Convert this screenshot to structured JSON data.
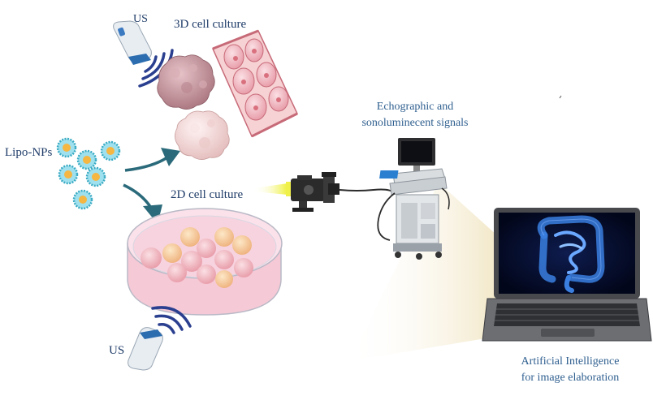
{
  "labels": {
    "us_top": "US",
    "culture_3d": "3D cell culture",
    "lipo_nps": "Lipo-NPs",
    "culture_2d": "2D cell culture",
    "us_bottom": "US",
    "echo_line1": "Echographic and",
    "echo_line2": "sonoluminecent signals",
    "ai_line1": "Artificial Intelligence",
    "ai_line2": "for image elaboration"
  },
  "colors": {
    "label_navy": "#1f3c68",
    "arrow_teal": "#2a6a7a",
    "us_wave": "#2a3f8f",
    "dish_pink": "#f6c9d6",
    "spheroid_mauve": "#c99aa3",
    "spheroid_light": "#f1d6d6",
    "tissue_pink": "#f2a9b0",
    "nanoparticle_teal": "#3aaac3",
    "nanoparticle_core": "#f5b642",
    "screen_dark": "#060d2a",
    "intestine_blue": "#3a7fe0",
    "beam_cream": "#efe2bd",
    "camera_light": "#f0f04a"
  },
  "icons": [
    "ultrasound-probe-icon",
    "spheroid-icon",
    "tissue-icon",
    "nanoparticle-icon",
    "petri-dish-icon",
    "camera-icon",
    "ultrasound-machine-icon",
    "laptop-icon",
    "intestine-icon"
  ]
}
